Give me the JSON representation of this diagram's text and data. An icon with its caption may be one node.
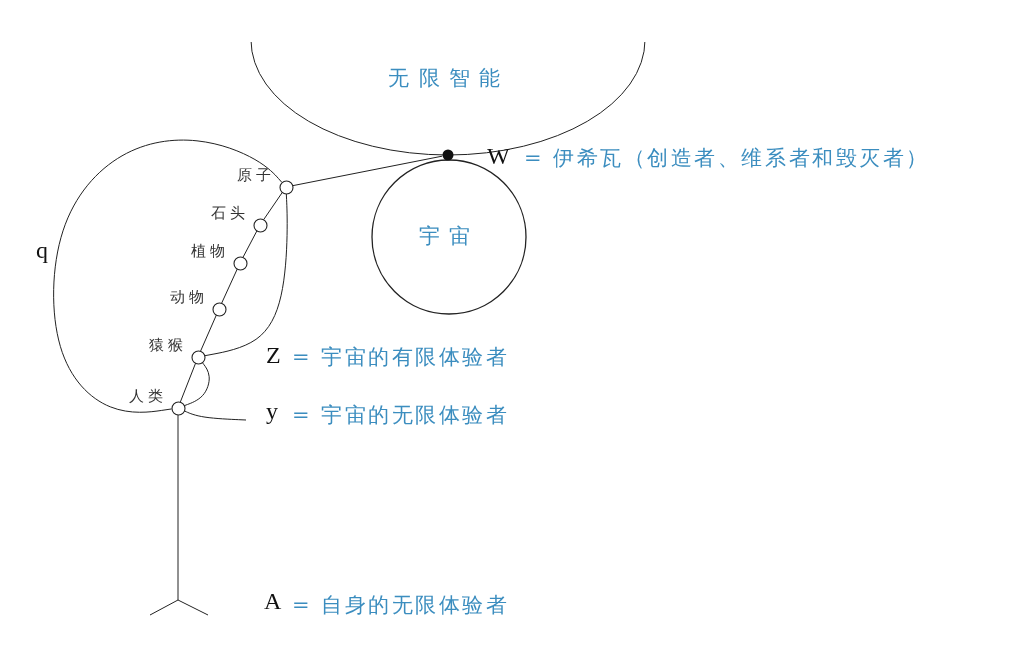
{
  "diagram": {
    "nodes": [
      {
        "text": [
          "无限智能"
        ]
      },
      {
        "text": [
          "宇宙"
        ]
      },
      {
        "text": [],
        "shape": "circle"
      },
      {
        "text": [
          "原子"
        ]
      },
      {
        "text": [
          "石头"
        ]
      },
      {
        "text": [
          "植物"
        ]
      },
      {
        "text": [
          "动物"
        ]
      },
      {
        "text": [
          "猿猴"
        ]
      },
      {
        "text": [
          "人类"
        ]
      },
      {
        "text": [],
        "shape": "fork"
      }
    ],
    "edges": [
      {
        "from": 2,
        "to": 3,
        "arrow": "none"
      },
      {
        "from": 3,
        "to": 4,
        "arrow": "none"
      },
      {
        "from": 4,
        "to": 5,
        "arrow": "none"
      },
      {
        "from": 5,
        "to": 6,
        "arrow": "none"
      },
      {
        "from": 6,
        "to": 7,
        "arrow": "none"
      },
      {
        "from": 7,
        "to": 8,
        "arrow": "none"
      },
      {
        "from": 3,
        "to": 7,
        "arrow": "none"
      },
      {
        "from": 7,
        "to": 8,
        "arrow": "none"
      },
      {
        "from": 8,
        "to": 3,
        "arrow": "none",
        "label": "q"
      },
      {
        "from": 8,
        "to": 9,
        "arrow": "none"
      },
      {
        "from": 8,
        "to": null,
        "arrow": "none"
      }
    ],
    "labels": [
      "W",
      "= 伊希瓦（创造者、维系者和毁灭者）",
      "Z",
      "= 宇宙的有限体验者",
      "y",
      "= 宇宙的无限体验者",
      "A",
      "= 自身的无限体验者"
    ]
  }
}
